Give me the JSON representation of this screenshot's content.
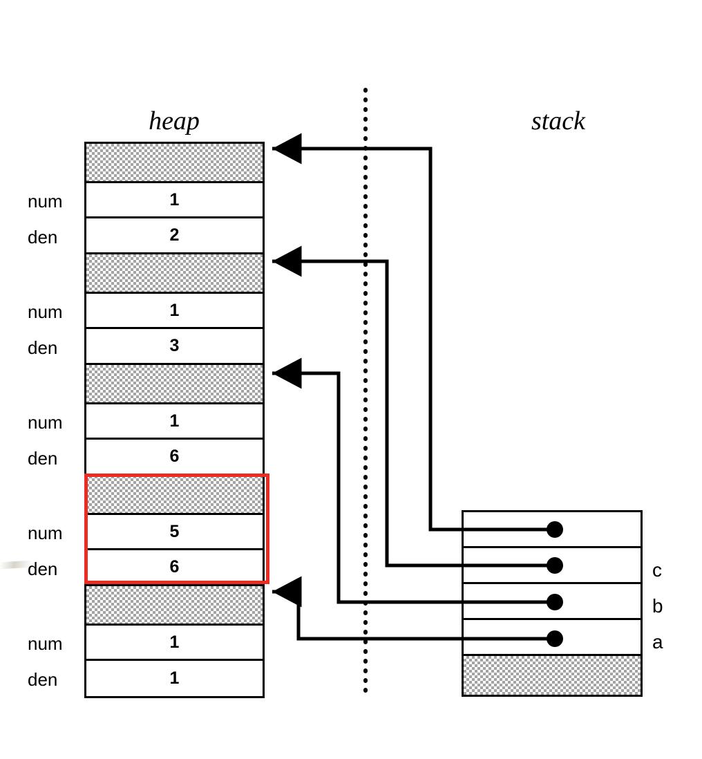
{
  "diagram": {
    "kind": "memory-layout-diagram",
    "heap_title": "heap",
    "stack_title": "stack",
    "divider": "vertical-dotted-line",
    "colors": {
      "highlight": "#ee2b22",
      "line": "#000000",
      "checker_gray": "#a3a3a3",
      "background": "#ffffff"
    }
  },
  "heap": {
    "title": "heap",
    "field_labels": {
      "num": "num",
      "den": "den"
    },
    "objects": [
      {
        "index": 0,
        "header": "",
        "header_style": "checkered",
        "num_label": "num",
        "num": "1",
        "den_label": "den",
        "den": "2",
        "highlighted": false,
        "incoming_arrow": true
      },
      {
        "index": 1,
        "header": "",
        "header_style": "checkered",
        "num_label": "num",
        "num": "1",
        "den_label": "den",
        "den": "3",
        "highlighted": false,
        "incoming_arrow": true
      },
      {
        "index": 2,
        "header": "",
        "header_style": "checkered",
        "num_label": "num",
        "num": "1",
        "den_label": "den",
        "den": "6",
        "highlighted": false,
        "incoming_arrow": true
      },
      {
        "index": 3,
        "header": "",
        "header_style": "checkered",
        "num_label": "num",
        "num": "5",
        "den_label": "den",
        "den": "6",
        "highlighted": true,
        "incoming_arrow": false
      },
      {
        "index": 4,
        "header": "",
        "header_style": "checkered",
        "num_label": "num",
        "num": "1",
        "den_label": "den",
        "den": "1",
        "highlighted": false,
        "incoming_arrow": true
      }
    ]
  },
  "stack": {
    "title": "stack",
    "slots": [
      {
        "index": 0,
        "label": "",
        "value": "pointer",
        "points_to_heap_object": 0
      },
      {
        "index": 1,
        "label": "c",
        "value": "pointer",
        "points_to_heap_object": 1
      },
      {
        "index": 2,
        "label": "b",
        "value": "pointer",
        "points_to_heap_object": 2
      },
      {
        "index": 3,
        "label": "a",
        "value": "pointer",
        "points_to_heap_object": 4
      }
    ],
    "bottom_filler": {
      "style": "checkered",
      "label": ""
    }
  },
  "pointers": [
    {
      "from": "stack-slot-0",
      "to": "heap-object-0-header"
    },
    {
      "from": "stack-slot-1",
      "to": "heap-object-1-header"
    },
    {
      "from": "stack-slot-2",
      "to": "heap-object-2-header"
    },
    {
      "from": "stack-slot-3",
      "to": "heap-object-4-header"
    }
  ]
}
